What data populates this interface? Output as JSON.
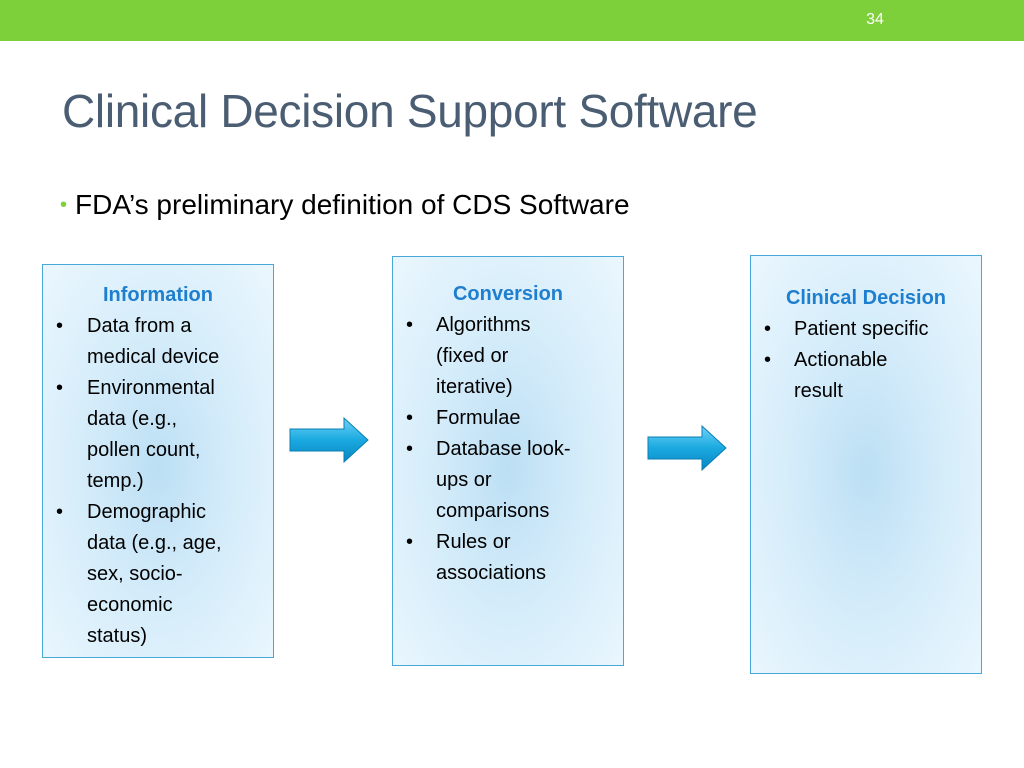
{
  "slide": {
    "page_number": "34",
    "title": "Clinical Decision Support Software",
    "bullet": "FDA’s preliminary definition of CDS Software"
  },
  "boxes": [
    {
      "heading": "Information",
      "items": [
        "Data from a\nmedical device",
        "Environmental\ndata (e.g.,\npollen count,\ntemp.)",
        "Demographic\ndata (e.g., age,\nsex, socio-\neconomic\nstatus)"
      ]
    },
    {
      "heading": "Conversion",
      "items": [
        "Algorithms\n(fixed or\niterative)",
        "Formulae",
        "Database look-\nups or\ncomparisons",
        "Rules or\nassociations"
      ]
    },
    {
      "heading": "Clinical Decision",
      "items": [
        "Patient specific",
        "Actionable\nresult"
      ]
    }
  ],
  "colors": {
    "top_bar": "#7ed03b",
    "title_text": "#4a5d72",
    "box_heading": "#1f7fcf",
    "box_border": "#48a8d8",
    "arrow": "#2ab4e6"
  },
  "icons": {
    "arrow_1": "right-arrow-icon",
    "arrow_2": "right-arrow-icon"
  }
}
